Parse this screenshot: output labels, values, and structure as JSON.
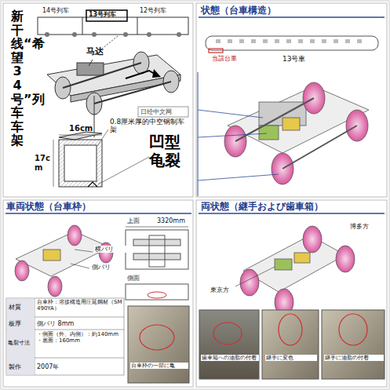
{
  "diagram": {
    "labels": [
      "14号列车",
      "13号列车",
      "12号列车",
      "新干线“希望34号”列车车架",
      "马达",
      "日经中文网",
      "16cm",
      "17cm",
      "0.8厘米厚的中空钢制车架",
      "凹型龟裂",
      "状態（台車構造）",
      "当該台車",
      "13号車",
      "車両状態（台車枠）",
      "上面",
      "3320mm",
      "横バリ",
      "側バリ",
      "側面",
      "材質",
      "台車枠：溶接構造用圧延鋼材（SM490YA）",
      "板厚",
      "側バリ 8mm",
      "亀裂寸法",
      "・側面（外、内側）：約140mm ・底面：160mm",
      "製作",
      "2007年",
      "台車枠の一部に亀",
      "両状態（継手および歯車箱）",
      "博多方",
      "東京方",
      "歯車箱への油脂の付着",
      "継手に変色",
      "継手に油脂の付着"
    ]
  }
}
